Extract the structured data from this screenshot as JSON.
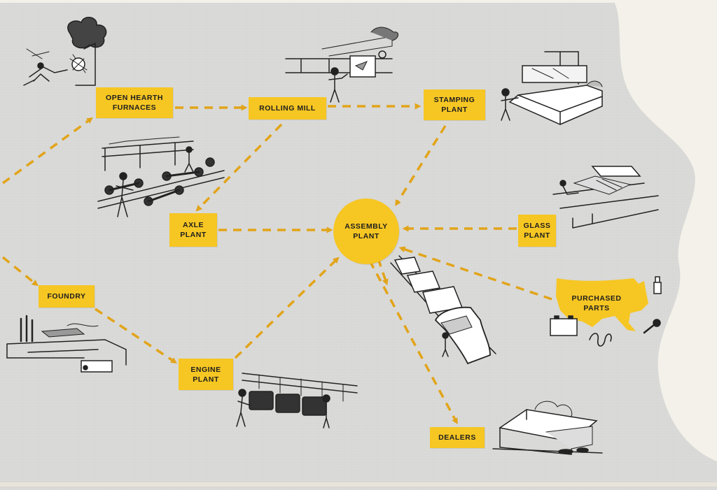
{
  "colors": {
    "background": "#d9d9d7",
    "page_edge": "#f4f1ea",
    "accent_yellow": "#f6c623",
    "ink": "#1e1e1e",
    "arrow": "#e2a419"
  },
  "nodes": {
    "open_hearth": {
      "line1": "OPEN HEARTH",
      "line2": "FURNACES"
    },
    "rolling_mill": {
      "line1": "ROLLING MILL"
    },
    "stamping": {
      "line1": "STAMPING",
      "line2": "PLANT"
    },
    "axle": {
      "line1": "AXLE",
      "line2": "PLANT"
    },
    "assembly": {
      "line1": "ASSEMBLY",
      "line2": "PLANT"
    },
    "glass": {
      "line1": "GLASS",
      "line2": "PLANT"
    },
    "purchased": {
      "line1": "PURCHASED",
      "line2": "PARTS"
    },
    "foundry": {
      "line1": "FOUNDRY"
    },
    "engine": {
      "line1": "ENGINE",
      "line2": "PLANT"
    },
    "dealers": {
      "line1": "DEALERS"
    }
  },
  "illustrations": [
    "steelworker-furnace-illustration",
    "rolling-mill-illustration",
    "stamping-press-illustration",
    "axle-assembly-line-illustration",
    "glass-plant-illustration",
    "car-assembly-line-illustration",
    "factory-buildings-illustration",
    "engine-line-illustration",
    "dealership-illustration",
    "battery-spring-spark-plug-parts-illustration"
  ]
}
